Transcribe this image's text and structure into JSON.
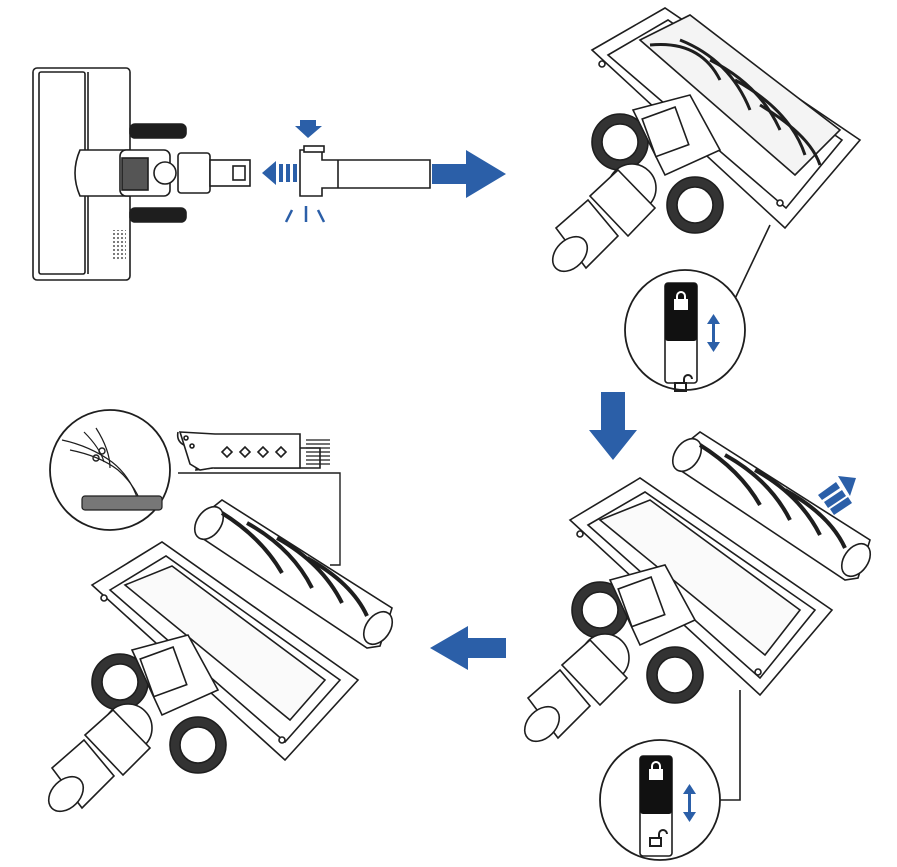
{
  "colors": {
    "line": "#1e1e1e",
    "accent": "#2b5fa8",
    "fill_dark": "#111111",
    "fill_light": "#ffffff",
    "fill_grey": "#d9d9d9"
  },
  "steps": [
    {
      "id": 1,
      "description_icons": [
        "brush-head-top-view",
        "release-button-press",
        "pull-out-arrow"
      ]
    },
    {
      "id": 2,
      "description_icons": [
        "brush-head-perspective",
        "lock-switch-callout-locked"
      ]
    },
    {
      "id": 3,
      "description_icons": [
        "brush-head-open",
        "roller-removal-arrow",
        "lock-switch-callout-unlocked"
      ]
    },
    {
      "id": 4,
      "description_icons": [
        "brush-head-open",
        "roller",
        "cleaning-tool",
        "hair-cutting-callout"
      ]
    }
  ],
  "icons": {
    "lock_closed": "padlock-locked-icon",
    "lock_open": "padlock-unlocked-icon",
    "arrow": "arrow-icon"
  }
}
